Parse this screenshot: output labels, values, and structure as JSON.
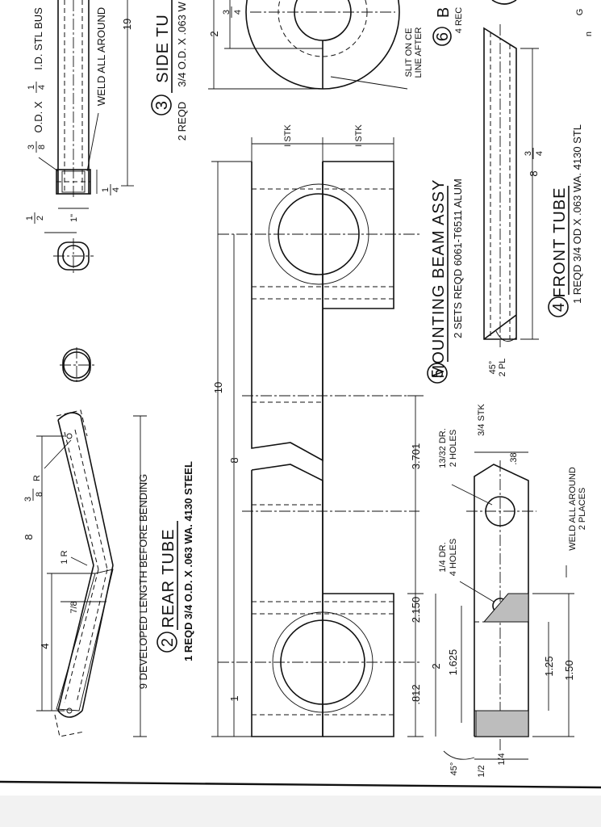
{
  "parts": {
    "rear_tube": {
      "number": "2",
      "title": "REAR TUBE",
      "spec": "1 REQD 3/4 O.D. X .063 WA. 4130 STEEL",
      "note": "9 DEVELOPED LENGTH BEFORE BENDING",
      "dims": {
        "length": "8",
        "half": "4",
        "offset": "7/8",
        "bend_radius": "1 R",
        "end_radius_num": "3",
        "end_radius_den": "8",
        "end_radius_suffix": "R"
      }
    },
    "side_tube": {
      "number": "3",
      "title": "SIDE TU",
      "spec": "3/4 O.D. X .063 W",
      "qty": "2 REQD",
      "bushing_frac_num": "3",
      "bushing_frac_den": "8",
      "bushing_text": "O.D. X",
      "bushing_frac2_num": "1",
      "bushing_frac2_den": "4",
      "bushing_text2": "I.D. STL BUS",
      "weld_note": "WELD ALL AROUND",
      "dims": {
        "len": "19",
        "a_num": "1",
        "a_den": "4",
        "b_num": "1",
        "b_den": "2",
        "c": "1\""
      }
    },
    "mounting_beam": {
      "number": "5",
      "title": "MOUNTING BEAM ASSY",
      "spec": "2 SETS REQD   6061-T6511  ALUM",
      "dims": {
        "overall": "10",
        "inner": "8",
        "end": "1",
        "stk1": "I STK",
        "stk2": "I STK",
        "d3701": "3.701",
        "d2150": "2.150",
        "d812": ".812",
        "d2": "2",
        "d1625": "1.625",
        "d125": "1.25",
        "d150": "1.50",
        "d38": ".38",
        "angle": "45°",
        "half": "1/2",
        "quarter": "1/4",
        "stk34": "3/4 STK"
      },
      "holes1": [
        "13/32 DR.",
        "2 HOLES"
      ],
      "holes2": [
        "1/4 DR.",
        "4 HOLES"
      ],
      "weld": [
        "WELD ALL AROUND",
        "2 PLACES"
      ]
    },
    "front_tube": {
      "number": "4",
      "title": "FRONT TUBE",
      "spec": "1 REQD 3/4 OD X .063 WA. 4130 STL",
      "dims": {
        "len_whole": "8",
        "len_num": "3",
        "len_den": "4",
        "angle1": "45°",
        "angle2": "2 PL"
      }
    },
    "part6": {
      "number": "6",
      "title": "B",
      "spec": "4 REC",
      "slit": [
        "SLIT ON CE",
        "LINE AFTER"
      ],
      "dims": {
        "two": "2",
        "frac_num": "3",
        "frac_den": "4"
      }
    },
    "edge": {
      "corner": "G",
      "mark": "n"
    }
  }
}
